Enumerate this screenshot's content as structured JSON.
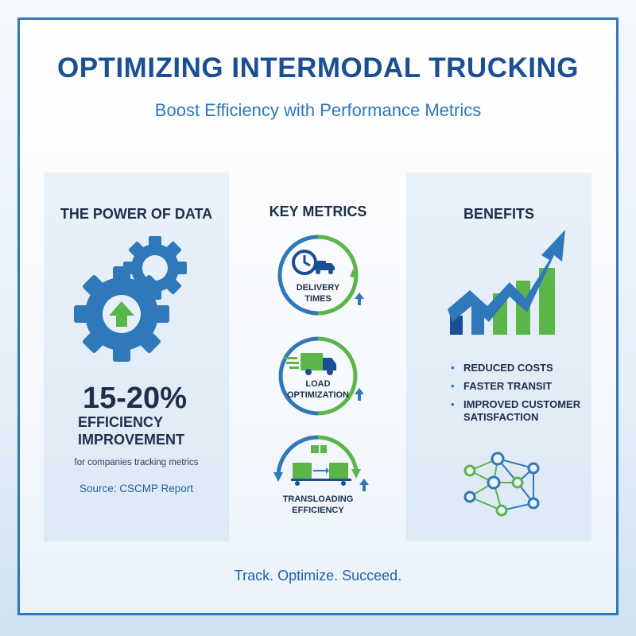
{
  "header": {
    "title": "OPTIMIZING INTERMODAL TRUCKING",
    "subtitle": "Boost Efficiency with Performance Metrics"
  },
  "left_panel": {
    "heading": "THE POWER OF DATA",
    "stat": "15-20%",
    "stat_label_line1": "EFFICIENCY",
    "stat_label_line2": "IMPROVEMENT",
    "note": "for companies tracking metrics",
    "source": "Source: CSCMP Report"
  },
  "middle_panel": {
    "heading": "KEY METRICS",
    "metrics": [
      {
        "line1": "DELIVERY",
        "line2": "TIMES",
        "icon": "clock-truck-icon"
      },
      {
        "line1": "LOAD",
        "line2": "OPTIMIZATION",
        "icon": "moving-truck-icon"
      },
      {
        "line1": "TRANSLOADING",
        "line2": "EFFICIENCY",
        "icon": "transload-containers-icon"
      }
    ]
  },
  "right_panel": {
    "heading": "BENEFITS",
    "items": [
      "REDUCED COSTS",
      "FASTER TRANSIT",
      "IMPROVED CUSTOMER",
      "SATISFACTION"
    ]
  },
  "footer": {
    "tagline": "Track. Optimize. Succeed."
  },
  "colors": {
    "brand_blue": "#2f78b9",
    "navy": "#1a4f93",
    "green": "#5cb548",
    "text_dark": "#1d2f4a"
  }
}
